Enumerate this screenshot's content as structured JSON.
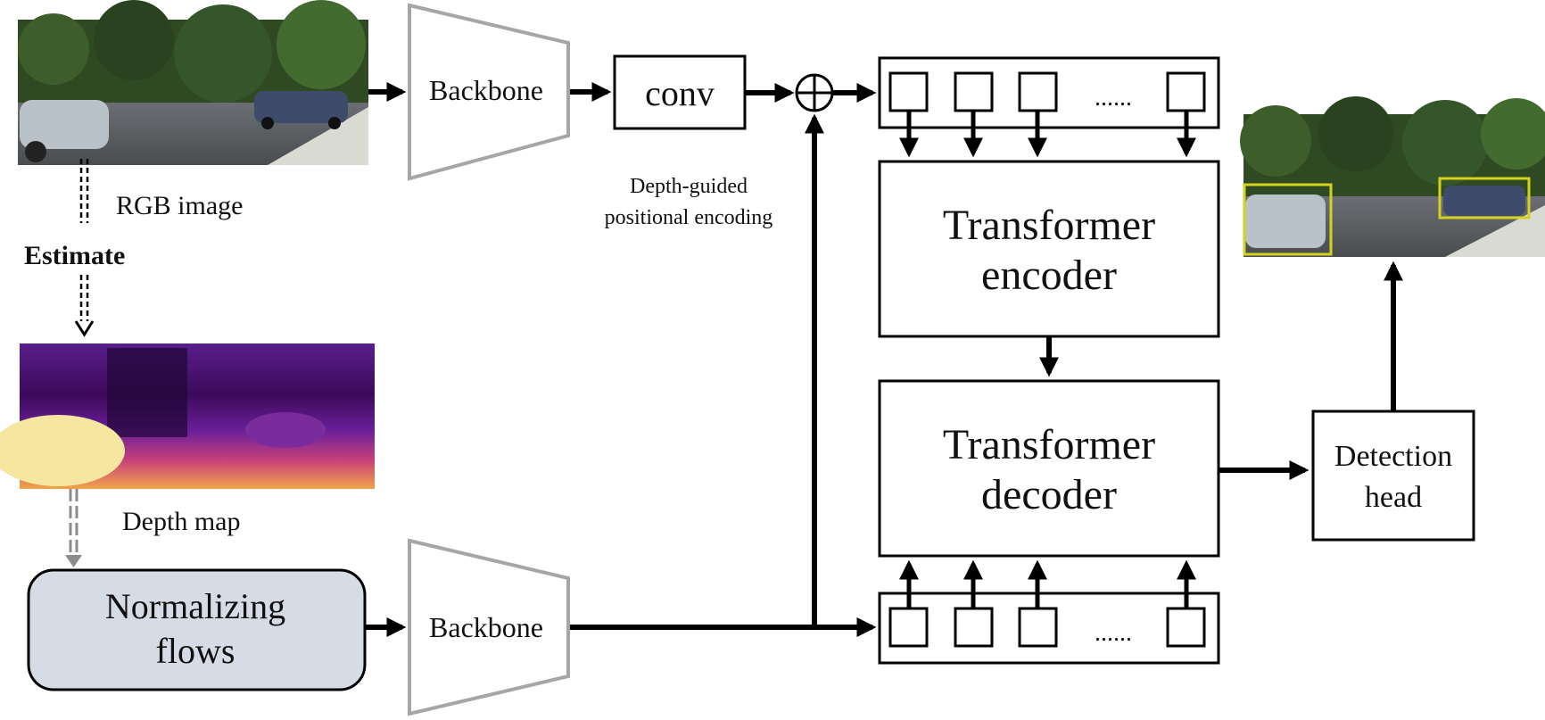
{
  "labels": {
    "backbone_top": "Backbone",
    "backbone_bottom": "Backbone",
    "conv": "conv",
    "depth_guided_line1": "Depth-guided",
    "depth_guided_line2": "positional encoding",
    "rgb_image": "RGB image",
    "estimate": "Estimate",
    "depth_map": "Depth map",
    "normalizing_line1": "Normalizing",
    "normalizing_line2": "flows",
    "encoder_line1": "Transformer",
    "encoder_line2": "encoder",
    "decoder_line1": "Transformer",
    "decoder_line2": "decoder",
    "detection_line1": "Detection",
    "detection_line2": "head",
    "tokens_top_ellipsis": "......",
    "tokens_bottom_ellipsis": "......"
  },
  "colors": {
    "normalizing_fill": "#d6dce6",
    "backbone_stroke": "#a6a6a6",
    "detection_box": "#d4d21e",
    "depth_purple": "#3c0a5a",
    "depth_yellow": "#f6e6a0"
  }
}
